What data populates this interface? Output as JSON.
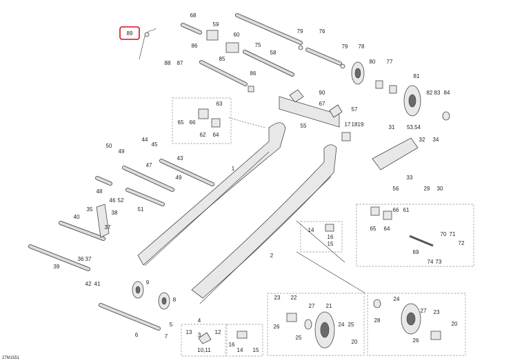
{
  "highlight_callout": "89",
  "drawing_code": "27M1551",
  "callouts": [
    "68",
    "59",
    "60",
    "79",
    "76",
    "86",
    "75",
    "58",
    "88",
    "87",
    "85",
    "79",
    "78",
    "80",
    "77",
    "81",
    "82",
    "83",
    "84",
    "86",
    "90",
    "67",
    "57",
    "55",
    "63",
    "66",
    "65",
    "62",
    "64",
    "17",
    "18",
    "19",
    "31",
    "53,54",
    "32",
    "34",
    "44",
    "45",
    "50",
    "49",
    "43",
    "47",
    "1",
    "49",
    "48",
    "46",
    "52",
    "51",
    "33",
    "29",
    "30",
    "56",
    "35",
    "40",
    "38",
    "37",
    "39",
    "36",
    "37",
    "42",
    "41",
    "65",
    "66",
    "61",
    "64",
    "14",
    "16",
    "15",
    "70",
    "71",
    "72",
    "69",
    "74",
    "73",
    "2",
    "9",
    "8",
    "4",
    "3",
    "6",
    "5",
    "7",
    "13",
    "10,11",
    "12",
    "16",
    "14",
    "15",
    "23",
    "22",
    "27",
    "21",
    "26",
    "25",
    "24",
    "25",
    "20",
    "28",
    "24",
    "27",
    "23",
    "20",
    "26"
  ]
}
